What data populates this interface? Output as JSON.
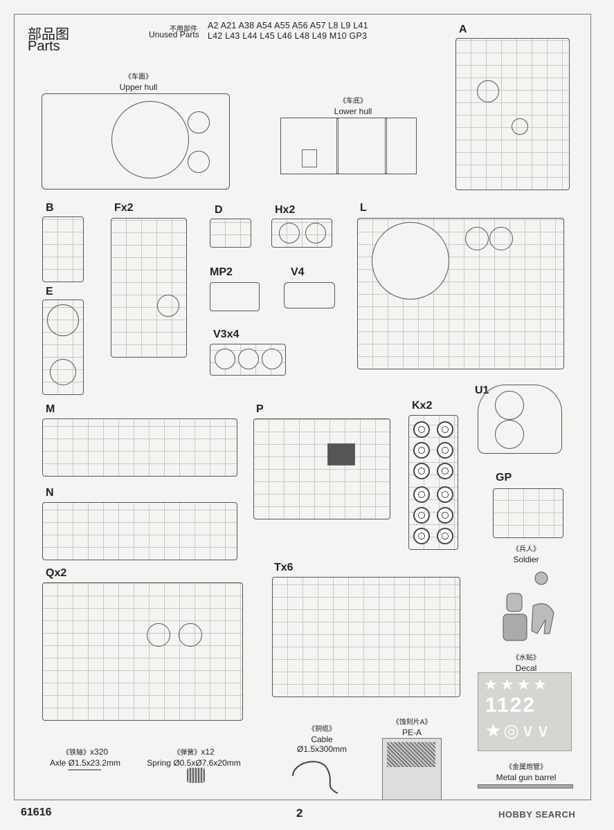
{
  "header": {
    "title_cn": "部品图",
    "title_en": "Parts",
    "unused_label_cn": "不用部件",
    "unused_label_en": "Unused Parts",
    "unused_line1": "A2  A21 A38 A54 A55 A56 A57 L8 L9 L41",
    "unused_line2": "L42  L43  L44  L45 L46  L48  L49  M10 GP3"
  },
  "sprues": {
    "A": "A",
    "B": "B",
    "Fx2": "Fx2",
    "D": "D",
    "Hx2": "Hx2",
    "L": "L",
    "E": "E",
    "MP2": "MP2",
    "V4": "V4",
    "V3x4": "V3x4",
    "M": "M",
    "P": "P",
    "Kx2": "Kx2",
    "U1": "U1",
    "GP": "GP",
    "N": "N",
    "Qx2": "Qx2",
    "Tx6": "Tx6"
  },
  "captions": {
    "upper_hull_cn": "《车面》",
    "upper_hull_en": "Upper hull",
    "lower_hull_cn": "《车底》",
    "lower_hull_en": "Lower hull",
    "soldier_cn": "《兵人》",
    "soldier_en": "Soldier",
    "decal_cn": "《水贴》",
    "decal_en": "Decal",
    "axle_cn": "《铁轴》",
    "axle_qty": "x320",
    "axle_en": "Axle Ø1.5x23.2mm",
    "spring_cn": "《弹簧》",
    "spring_qty": "x12",
    "spring_en": "Spring Ø0.5xØ7.6x20mm",
    "cable_cn": "《铜缆》",
    "cable_en": "Cable",
    "cable_size": "Ø1.5x300mm",
    "pe_cn": "《蚀刻片A》",
    "pe_en": "PE-A",
    "barrel_cn": "《金属炮管》",
    "barrel_en": "Metal gun barrel"
  },
  "decal_text": "1122",
  "footer": {
    "model_number": "61616",
    "page_number": "2",
    "brand": "HOBBY SEARCH"
  }
}
